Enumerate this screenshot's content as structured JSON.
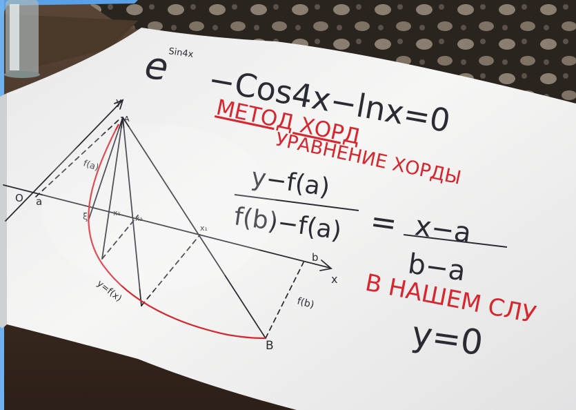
{
  "poster": {
    "equation": "e",
    "equation_exponent": "Sin4x",
    "equation_rest": "−Cos4x−lnx=0",
    "method_title": "МЕТОД ХОРД",
    "subtitle": "УРАВНЕНИЕ ХОРДЫ",
    "formula_left_num": "y−f(a)",
    "formula_left_den": "f(b)−f(a)",
    "formula_eq": "=",
    "formula_right_num": "x−a",
    "formula_right_den": "b−a",
    "case_text": "В НАШЕМ СЛУ",
    "case_eq": "y=0"
  },
  "graph": {
    "label_y": "y",
    "label_x": "x",
    "label_A": "A",
    "label_B": "B",
    "label_O": "O",
    "label_a": "a",
    "label_b": "b",
    "label_xi": "ξ",
    "label_x1": "x₁",
    "label_x2": "x₂",
    "label_x3": "x₁",
    "label_fa": "f(a)",
    "label_fb": "f(b)",
    "label_curve": "y=f(x)"
  },
  "colors": {
    "ink_black": "#2b2b33",
    "ink_red": "#d8262f",
    "paper": "#f1f1f0",
    "frame_blue": "#5aa0e6"
  }
}
